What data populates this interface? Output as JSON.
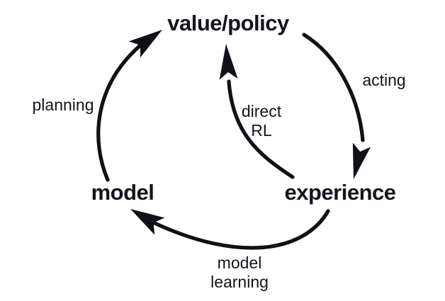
{
  "diagram": {
    "background_color": "#ffffff",
    "ink_color": "#14141c",
    "description": "cycle-diagram",
    "nodes": [
      {
        "id": "value_policy",
        "label": "value/policy"
      },
      {
        "id": "model",
        "label": "model"
      },
      {
        "id": "experience",
        "label": "experience"
      }
    ],
    "edges": [
      {
        "id": "acting",
        "from": "value_policy",
        "to": "experience",
        "label": "acting"
      },
      {
        "id": "direct_rl",
        "from": "experience",
        "to": "value_policy",
        "label": "direct\nRL"
      },
      {
        "id": "model_learning",
        "from": "experience",
        "to": "model",
        "label": "model\nlearning"
      },
      {
        "id": "planning",
        "from": "model",
        "to": "value_policy",
        "label": "planning"
      }
    ]
  }
}
